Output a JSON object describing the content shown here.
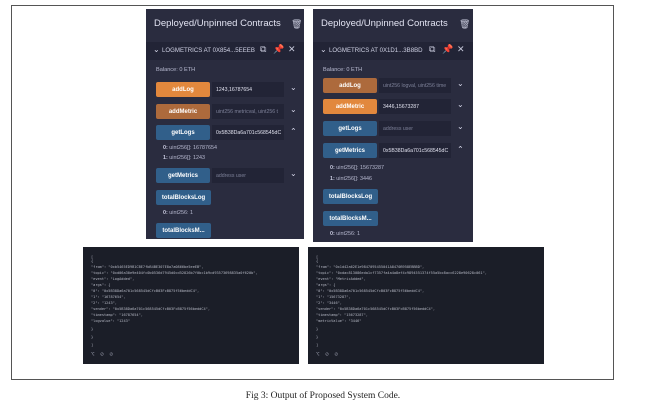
{
  "left_panel": {
    "title": "Deployed/Unpinned Contracts",
    "contract_name": "LOGMETRICS AT 0X854...5EEEB (I",
    "balance": "Balance: 0 ETH",
    "add_log_label": "addLog",
    "add_log_value": "1243,16787654",
    "add_metric_label": "addMetric",
    "add_metric_placeholder": "uint256 metricval, uint256 t",
    "get_logs_label": "getLogs",
    "get_logs_value": "0x5B38Da6a701c568545dC",
    "out1_key": "0:",
    "out1_val": "uint256[]: 16787654",
    "out2_key": "1:",
    "out2_val": "uint256[]: 1243",
    "get_metrics_label": "getMetrics",
    "get_metrics_placeholder": "address user",
    "total_logs_label": "totalBlocksLog",
    "total_logs_key": "0:",
    "total_logs_val": "uint256: 1",
    "total_metrics_label": "totalBlocksM..."
  },
  "right_panel": {
    "title": "Deployed/Unpinned Contracts",
    "contract_name": "LOGMETRICS AT 0X1D1...3B8BD (",
    "balance": "Balance: 0 ETH",
    "add_log_label": "addLog",
    "add_log_placeholder": "uint256 logval, uint256 time",
    "add_metric_label": "addMetric",
    "add_metric_value": "3446,15673287",
    "get_logs_label": "getLogs",
    "get_logs_placeholder": "address user",
    "get_metrics_label": "getMetrics",
    "get_metrics_value": "0x5B38Da6a701c568545dC",
    "out1_key": "0:",
    "out1_val": "uint256[]: 15673287",
    "out2_key": "1:",
    "out2_val": "uint256[]: 3446",
    "total_logs_label": "totalBlocksLog",
    "total_metrics_label": "totalBlocksM...",
    "total_metrics_key": "0:",
    "total_metrics_val": "uint256: 1"
  },
  "left_console": {
    "lines": [
      "[",
      "  {",
      "    \"from\": \"0xb5465ED9B1CBE7fbB4BE307E8a7a0866be5eeEB\",",
      "    \"topic\": \"0xd06a30e9e404fc0b0536d7945d0cd52826b7f0bc1b9cd93573698835a0f620b\",",
      "    \"event\": \"LogAdded\",",
      "    \"args\": {",
      "      \"0\": \"0x5B38Da6a701c568545dCfcB03FcB875f56beddC4\",",
      "      \"1\": \"16787654\",",
      "      \"2\": \"1243\",",
      "      \"sender\": \"0x5B38Da6a701c568545dCfcB03FcB875f56beddC4\",",
      "      \"timestamp\": \"16787654\",",
      "      \"logvalue\": \"1243\"",
      "    }",
      "  }",
      "]"
    ],
    "toolbar": "⌥ ⊘ ⊘"
  },
  "right_console": {
    "lines": [
      "[",
      "  {",
      "    \"from\": \"0x1d42a62E1e9847095455041A8470B958EBBBD\",",
      "    \"topic\": \"0xdac813086eda1cf7357fa4a4a8ef4c9894551374f55a5bc8acc6228e90628c061\",",
      "    \"event\": \"MetricAdded\",",
      "    \"args\": {",
      "      \"0\": \"0x5B38Da6a701c568545dCfcB03FcB875f56beddC4\",",
      "      \"1\": \"15673287\",",
      "      \"2\": \"3446\",",
      "      \"sender\": \"0x5B38Da6a701c568545dCfcB03FcB875f56beddC4\",",
      "      \"timestamp\": \"15673287\",",
      "      \"metricValue\": \"3446\"",
      "    }",
      "  }",
      "]"
    ],
    "toolbar": "⌥ ⊘ ⊘"
  },
  "caption": "Fig 3: Output of Proposed System Code.",
  "icons": {
    "trash": "🗑",
    "copy": "⧉",
    "pin": "📌",
    "close": "✕",
    "chevron_down": "⌄",
    "chevron_collapse": "⌄"
  }
}
